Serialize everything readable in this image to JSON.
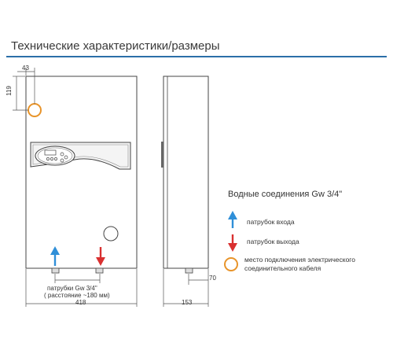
{
  "title": "Технические характеристики/размеры",
  "dimensions": {
    "top_offset": "43",
    "left_offset": "119",
    "width": "418",
    "depth": "153",
    "pipe_offset": "70"
  },
  "pipe_note": {
    "line1": "патрубки Gw 3/4\"",
    "line2": "( расстояние ~180 мм)"
  },
  "legend": {
    "heading": "Водные соединения   Gw 3/4\"",
    "items": [
      {
        "icon": "blue-up-arrow-icon",
        "color": "#2f8fd8",
        "text": "патрубок входа"
      },
      {
        "icon": "red-down-arrow-icon",
        "color": "#d93030",
        "text": "патрубок выхода"
      },
      {
        "icon": "orange-circle-icon",
        "color": "#e8942a",
        "text": "место подключения электрического соединительного кабеля"
      }
    ]
  },
  "colors": {
    "accent_rule": "#2b6fa8",
    "inlet": "#2f8fd8",
    "outlet": "#d93030",
    "cable": "#e8942a"
  }
}
